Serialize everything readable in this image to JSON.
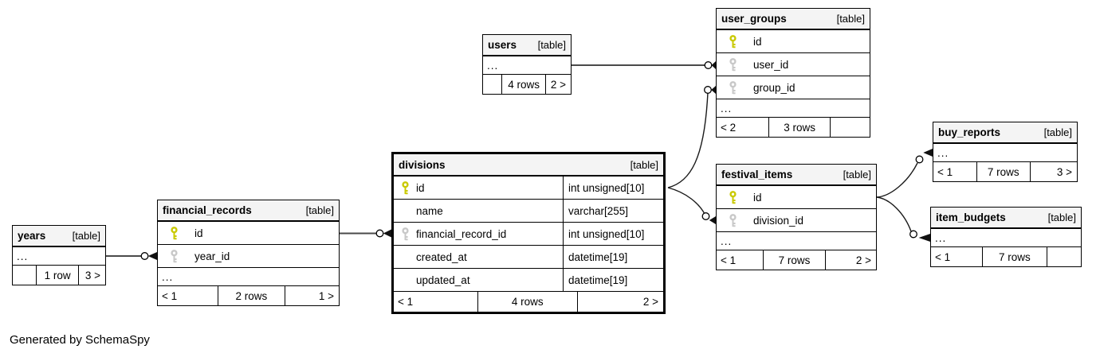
{
  "diagram": {
    "generator_note": "Generated by SchemaSpy",
    "colors": {
      "header_bg": "#f4f4f4",
      "border": "#000000",
      "primary_key": "#c9c900",
      "foreign_key": "#c8c8c8",
      "edge": "#3d3d3d"
    }
  },
  "tables": [
    {
      "name": "users",
      "tag": "[table]",
      "ellipsis": "...",
      "columns": [],
      "footer": {
        "left": "",
        "center": "4 rows",
        "right": "2 >"
      }
    },
    {
      "name": "user_groups",
      "tag": "[table]",
      "ellipsis": "...",
      "columns": [
        {
          "key": "pk",
          "name": "id"
        },
        {
          "key": "fk",
          "name": "user_id"
        },
        {
          "key": "fk",
          "name": "group_id"
        }
      ],
      "footer": {
        "left": "< 2",
        "center": "3 rows",
        "right": ""
      }
    },
    {
      "name": "buy_reports",
      "tag": "[table]",
      "ellipsis": "...",
      "columns": [],
      "footer": {
        "left": "< 1",
        "center": "7 rows",
        "right": "3 >"
      }
    },
    {
      "name": "divisions",
      "tag": "[table]",
      "columns": [
        {
          "key": "pk",
          "name": "id",
          "type": "int unsigned[10]"
        },
        {
          "key": "",
          "name": "name",
          "type": "varchar[255]"
        },
        {
          "key": "fk",
          "name": "financial_record_id",
          "type": "int unsigned[10]"
        },
        {
          "key": "",
          "name": "created_at",
          "type": "datetime[19]"
        },
        {
          "key": "",
          "name": "updated_at",
          "type": "datetime[19]"
        }
      ],
      "footer": {
        "left": "< 1",
        "center": "4 rows",
        "right": "2 >"
      }
    },
    {
      "name": "festival_items",
      "tag": "[table]",
      "ellipsis": "...",
      "columns": [
        {
          "key": "pk",
          "name": "id"
        },
        {
          "key": "fk",
          "name": "division_id"
        }
      ],
      "footer": {
        "left": "< 1",
        "center": "7 rows",
        "right": "2 >"
      }
    },
    {
      "name": "item_budgets",
      "tag": "[table]",
      "ellipsis": "...",
      "columns": [],
      "footer": {
        "left": "< 1",
        "center": "7 rows",
        "right": ""
      }
    },
    {
      "name": "financial_records",
      "tag": "[table]",
      "ellipsis": "...",
      "columns": [
        {
          "key": "pk",
          "name": "id"
        },
        {
          "key": "fk",
          "name": "year_id"
        }
      ],
      "footer": {
        "left": "< 1",
        "center": "2 rows",
        "right": "1 >"
      }
    },
    {
      "name": "years",
      "tag": "[table]",
      "ellipsis": "...",
      "columns": [],
      "footer": {
        "left": "",
        "center": "1 row",
        "right": "3 >"
      }
    }
  ],
  "relationships": [
    {
      "from": "users",
      "to": "user_groups.user_id"
    },
    {
      "from": "divisions.id",
      "to": "user_groups.group_id"
    },
    {
      "from": "divisions.id",
      "to": "festival_items.division_id"
    },
    {
      "from": "years",
      "to": "financial_records.year_id"
    },
    {
      "from": "financial_records.id",
      "to": "divisions.financial_record_id"
    },
    {
      "from": "festival_items.id",
      "to": "buy_reports"
    },
    {
      "from": "festival_items.id",
      "to": "item_budgets"
    }
  ]
}
